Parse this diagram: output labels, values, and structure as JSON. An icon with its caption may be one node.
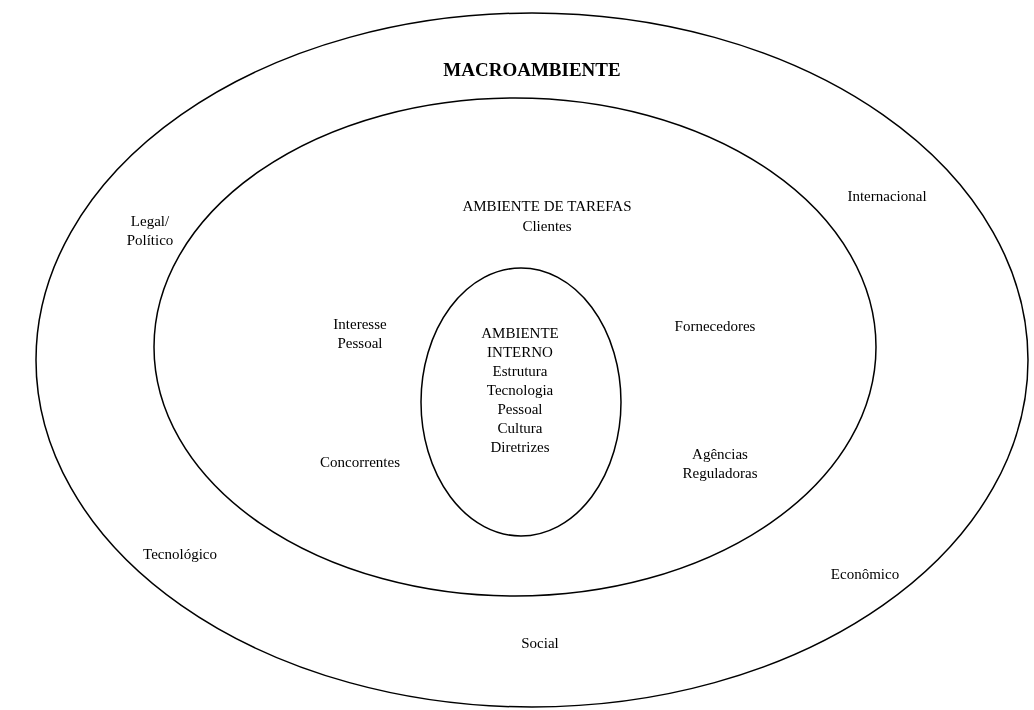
{
  "diagram": {
    "nodes": [
      {
        "text": [
          "MACROAMBIENTE",
          "Legal/ Político",
          "Internacional",
          "Tecnológico",
          "Econômico",
          "Social"
        ]
      },
      {
        "text": [
          "AMBIENTE DE TAREFAS",
          "Clientes",
          "Interesse Pessoal",
          "Fornecedores",
          "Concorrentes",
          "Agências Reguladoras"
        ],
        "in": 0
      },
      {
        "text": [
          "AMBIENTE INTERNO",
          "Estrutura",
          "Tecnologia",
          "Pessoal",
          "Cultura",
          "Diretrizes"
        ],
        "in": 1
      }
    ]
  }
}
